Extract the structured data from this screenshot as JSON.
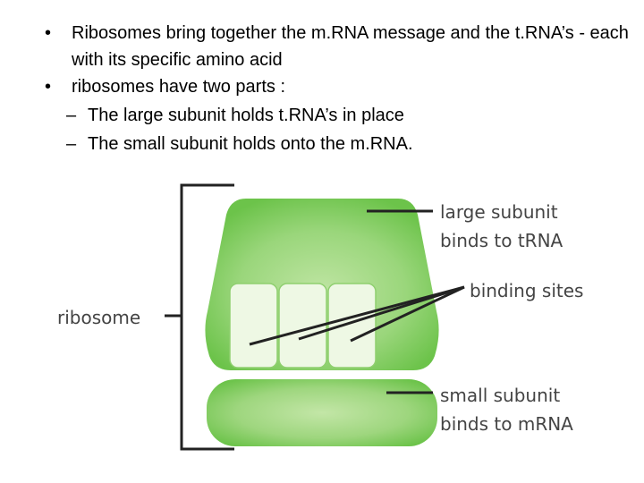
{
  "bullets": [
    {
      "marker": "•",
      "text": "Ribosomes bring together the m.RNA message and the t.RNA’s - each with its specific amino acid"
    },
    {
      "marker": "•",
      "text": "ribosomes have two parts :"
    }
  ],
  "sub_bullets": [
    {
      "marker": "–",
      "text": "The large subunit holds t.RNA’s in place"
    },
    {
      "marker": "–",
      "text": "The small subunit holds onto the m.RNA."
    }
  ],
  "diagram": {
    "ribosome_label": "ribosome",
    "large_subunit_label": [
      "large subunit",
      "binds to tRNA"
    ],
    "binding_sites_label": "binding sites",
    "small_subunit_label": [
      "small subunit",
      "binds to mRNA"
    ],
    "colors": {
      "subunit_fill_center": "#bfe5a3",
      "subunit_fill_edge": "#6cc34a",
      "binding_site_fill": "#eef8e4",
      "line": "#222222",
      "label": "#444444"
    }
  }
}
